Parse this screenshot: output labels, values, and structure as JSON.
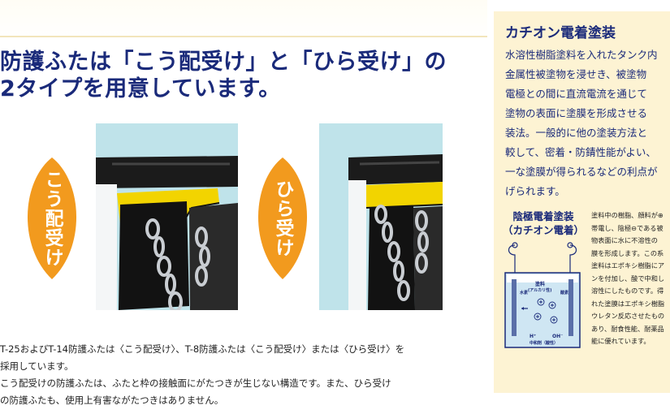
{
  "headline": {
    "line1": "防護ふたは「こう配受け」と「ひら受け」の",
    "line2": "2タイプを用意しています。"
  },
  "labels": {
    "left": "こう配受け",
    "right": "ひら受け"
  },
  "notes": [
    "T-25およびT-14防護ふたは〈こう配受け〉、T-8防護ふたは〈こう配受け〉または〈ひら受け〉を",
    "採用しています。",
    "こう配受けの防護ふたは、ふたと枠の接触面にがたつきが生じない構造です。また、ひら受け",
    "の防護ふたも、使用上有害ながたつきはありません。"
  ],
  "panel": {
    "title": "カチオン電着塗装",
    "body": [
      "水溶性樹脂塗料を入れたタンク内",
      "金属性被塗物を浸せき、被塗物",
      "電極との間に直流電流を通じて",
      "塗物の表面に塗膜を形成させる",
      "装法。一般的に他の塗装方法と",
      "較して、密着・防錆性能がよい、",
      "一な塗膜が得られるなどの利点が",
      "げられます。"
    ],
    "sub_title_line1": "陰極電着塗装",
    "sub_title_line2": "（カチオン電着）",
    "sub_body": [
      "塗料中の樹脂、顔料が⊕",
      "帯電し、陰極⊖である被",
      "物表面に水に不溶性の",
      "膜を形成します。この系",
      "塗料はエポキシ樹脂にア",
      "ンを付加し、酸で中和し",
      "溶性にしたものです。得",
      "れた塗膜はエポキシ樹脂",
      "ウレタン反応させたもの",
      "あり、耐食性能、耐薬品",
      "能に優れています。"
    ],
    "diagram": {
      "paint_label": "塗料",
      "paint_sub": "(アルカリ性)",
      "left_label": "水素",
      "right_label": "酸素",
      "h_label": "H⁺",
      "oh_label": "OH⁻",
      "bottom_label": "中和剤（酸性）"
    }
  },
  "colors": {
    "headline": "#1a2a7a",
    "leaf": "#f29a1e",
    "panel_bg": "#fdf3d3",
    "photo_bg": "#bfe3ea",
    "yellow": "#f2d400"
  }
}
